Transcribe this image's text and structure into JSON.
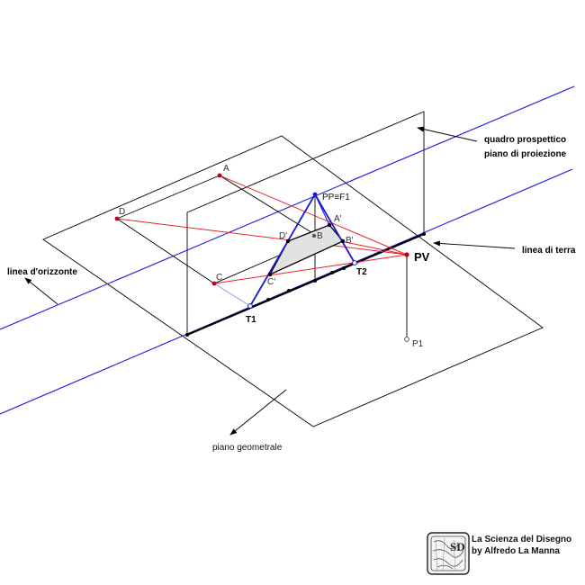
{
  "labels": {
    "quadro_line1": "quadro prospettico",
    "quadro_line2": "piano di proiezione",
    "linea_terra": "linea di terra",
    "linea_orizzonte": "linea d'orizzonte",
    "piano_geometrale": "piano geometrale",
    "pv": "PV",
    "pp_f1": "PP≡F1",
    "p1": "P1",
    "t1": "T1",
    "t2": "T2",
    "a": "A",
    "b": "B",
    "c": "C",
    "d": "D",
    "a_prime": "A'",
    "b_prime": "B'",
    "c_prime": "C'",
    "d_prime": "D'"
  },
  "credit": {
    "line1": "La Scienza del Disegno",
    "line2": "by Alfredo La Manna",
    "logo_letters": "SD"
  },
  "colors": {
    "construction": "#000000",
    "horizon": "#1a1adf",
    "projection_rays": "#e8222a",
    "perspective_outline": "#1a1acc",
    "perspective_fill": "#e2e2e2"
  },
  "icons": {
    "logo": "la-scienza-del-disegno-logo"
  }
}
